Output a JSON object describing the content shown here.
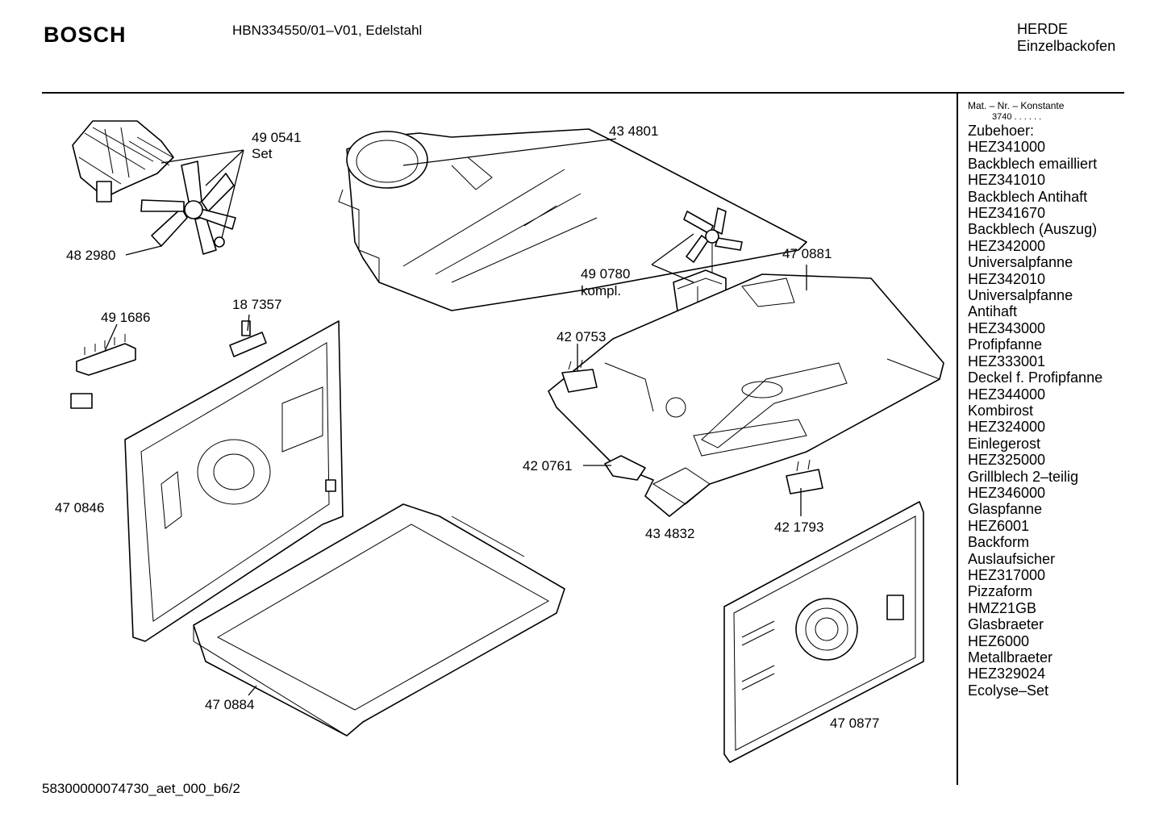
{
  "header": {
    "brand": "BOSCH",
    "model": "HBN334550/01–V01, Edelstahl",
    "category_line1": "HERDE",
    "category_line2": "Einzelbackofen"
  },
  "footer": {
    "code": "58300000074730_aet_000_b6/2"
  },
  "sidebar": {
    "mat_label": "Mat. – Nr. – Konstante",
    "mat_value": "3740 . . . . . .",
    "items": [
      "Zubehoer:",
      "HEZ341000",
      "Backblech emailliert",
      "HEZ341010",
      "Backblech Antihaft",
      "HEZ341670",
      "Backblech (Auszug)",
      "HEZ342000",
      "Universalpfanne",
      "HEZ342010",
      "Universalpfanne",
      "Antihaft",
      "HEZ343000",
      "Profipfanne",
      "HEZ333001",
      "Deckel f. Profipfanne",
      "HEZ344000",
      "Kombirost",
      "HEZ324000",
      "Einlegerost",
      "HEZ325000",
      "Grillblech 2–teilig",
      "HEZ346000",
      "Glaspfanne",
      "HEZ6001",
      "Backform",
      "Auslaufsicher",
      "HEZ317000",
      "Pizzaform",
      "HMZ21GB",
      "Glasbraeter",
      "HEZ6000",
      "Metallbraeter",
      "HEZ329024",
      "Ecolyse–Set"
    ]
  },
  "parts": {
    "p490541": "49 0541",
    "p490541_note": "Set",
    "p482980": "48 2980",
    "p434801": "43 4801",
    "p490780": "49 0780",
    "p490780_note": "kompl.",
    "p470881": "47 0881",
    "p491686": "49 1686",
    "p187357": "18 7357",
    "p420753": "42 0753",
    "p420761": "42 0761",
    "p470846": "47 0846",
    "p434832": "43 4832",
    "p421793": "42 1793",
    "p470884": "47 0884",
    "p470877": "47 0877"
  }
}
